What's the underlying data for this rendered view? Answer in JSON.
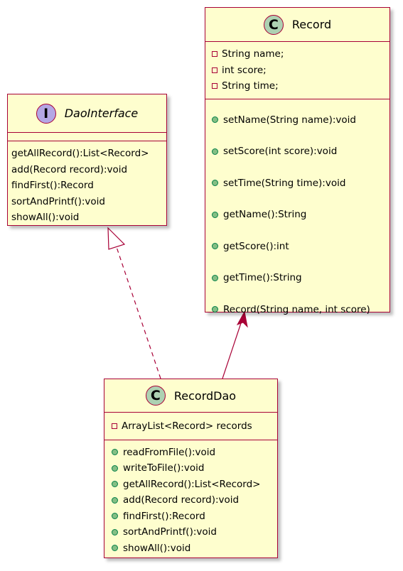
{
  "interface": {
    "stereotype": "I",
    "name": "DaoInterface",
    "methods": [
      "getAllRecord():List<Record>",
      "add(Record record):void",
      "findFirst():Record",
      "sortAndPrintf():void",
      "showAll():void"
    ]
  },
  "record": {
    "stereotype": "C",
    "name": "Record",
    "fields": [
      "String name;",
      "int score;",
      "String time;"
    ],
    "methods": [
      "setName(String name):void",
      "setScore(int score):void",
      "setTime(String time):void",
      "getName():String",
      "getScore():int",
      "getTime():String",
      "Record(String name, int score)"
    ]
  },
  "recordDao": {
    "stereotype": "C",
    "name": "RecordDao",
    "fields": [
      "ArrayList<Record> records"
    ],
    "methods": [
      "readFromFile():void",
      "writeToFile():void",
      "getAllRecord():List<Record>",
      "add(Record record):void",
      "findFirst():Record",
      "sortAndPrintf():void",
      "showAll():void"
    ]
  },
  "colors": {
    "box_fill": "#fefece",
    "border": "#a80036",
    "class_badge": "#add1b2",
    "interface_badge": "#b4a7e5",
    "public_marker": "#84be84"
  }
}
